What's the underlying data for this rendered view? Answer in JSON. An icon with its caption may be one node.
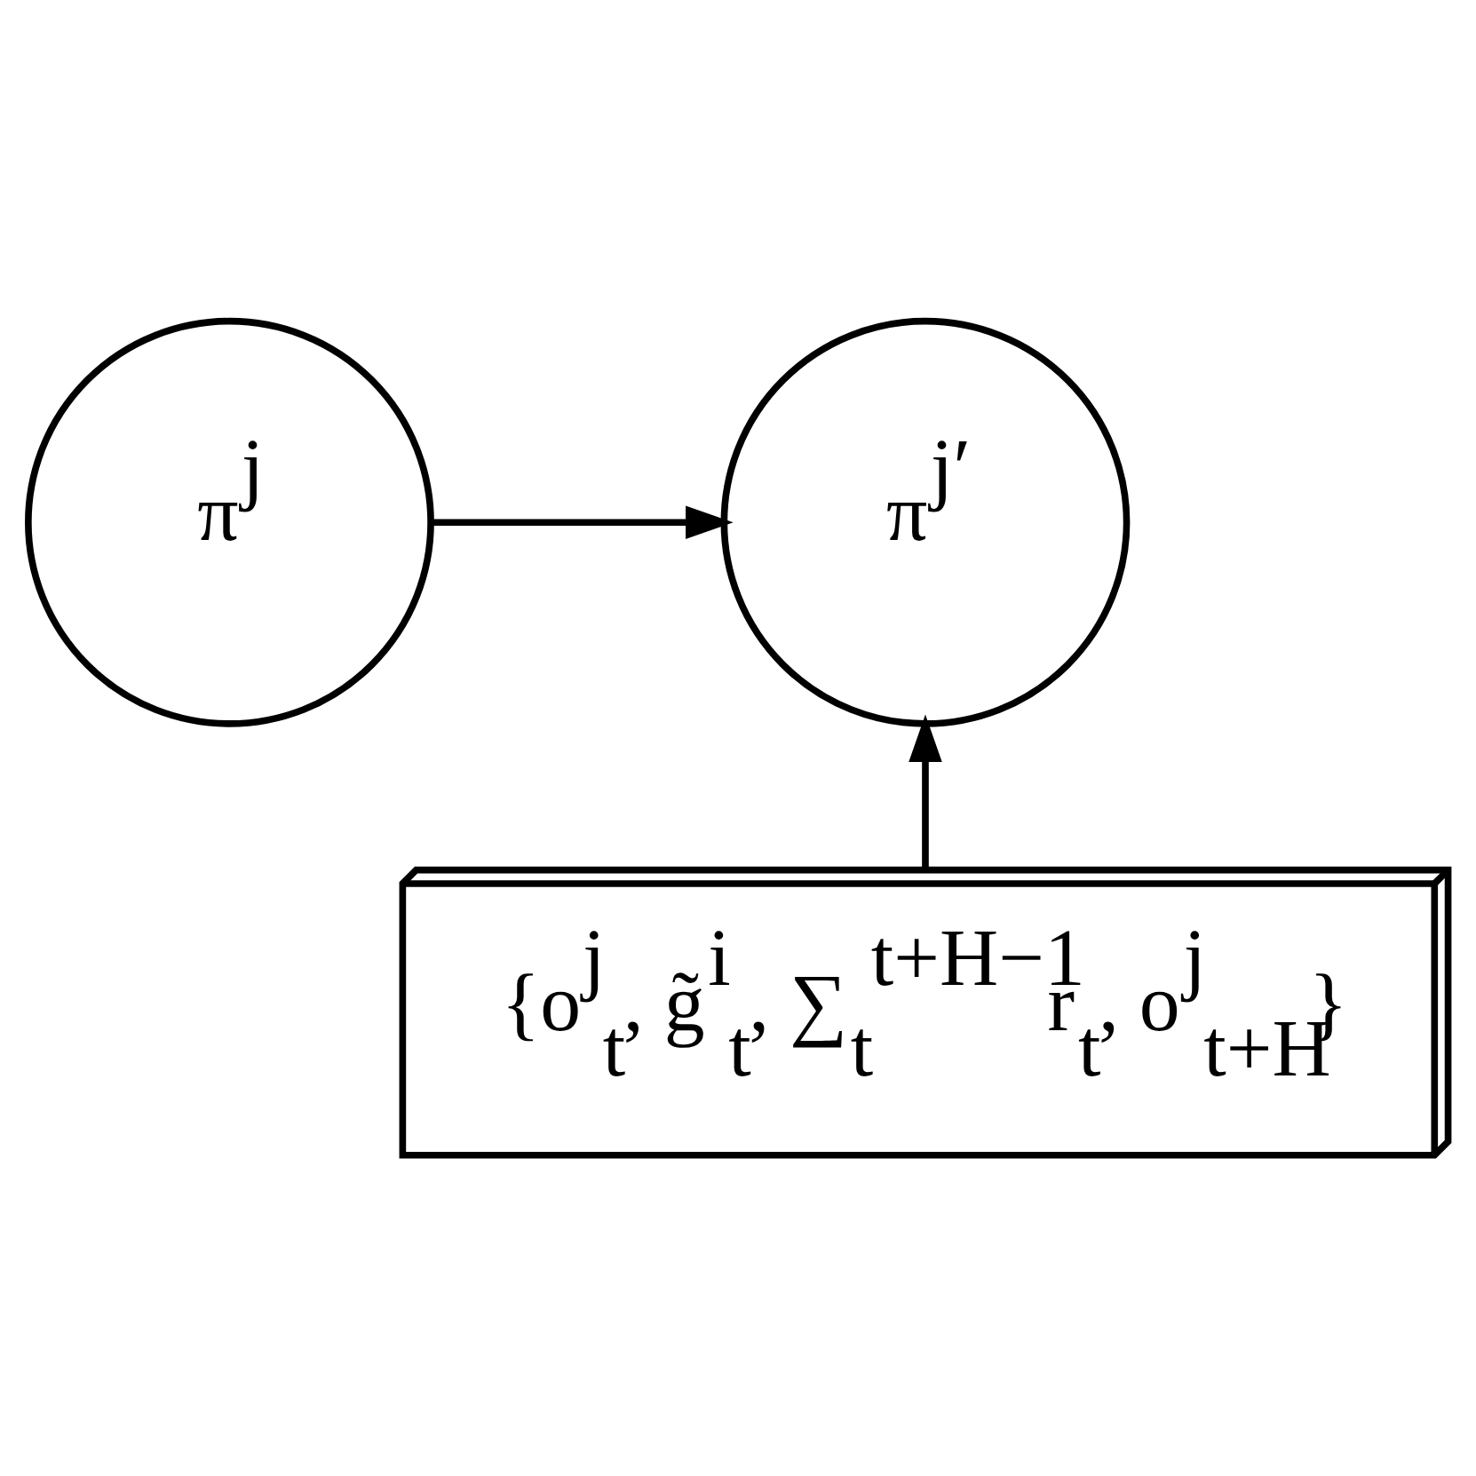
{
  "diagram": {
    "nodes": [
      {
        "text": [
          "π$^{j}$"
        ]
      },
      {
        "text": [
          "π$^{j′}$"
        ]
      },
      {
        "text": [
          "{o$^{j}$$_{t}$, g̃$^{i}$$_{t}$, ∑$_{t}$$^{t+H−1}$r$_{t}$, o$^{j}$$_{t+H}$}"
        ]
      }
    ],
    "edges": [
      {
        "from": 0,
        "to": 1,
        "arrow": "to"
      },
      {
        "from": 2,
        "to": 1,
        "arrow": "to"
      }
    ]
  }
}
